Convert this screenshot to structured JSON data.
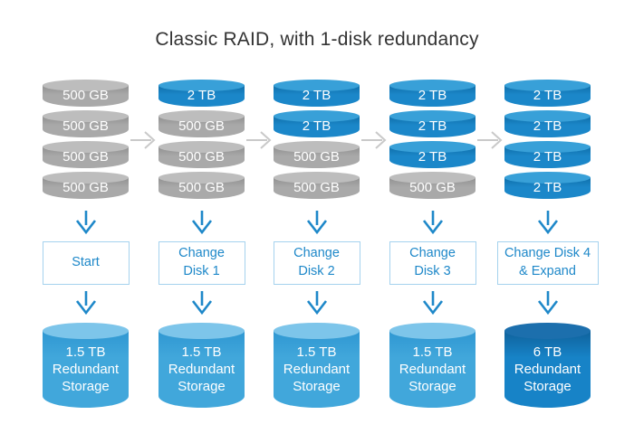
{
  "title": "Classic RAID, with 1-disk redundancy",
  "colors": {
    "accent_blue": "#1e88c9",
    "disk_blue_body": "#1b87c9",
    "disk_blue_top": "#38a0d8",
    "disk_gray_body": "#a8a8a8",
    "disk_gray_top": "#bdbdbd",
    "storage_light_body": "#41a7db",
    "storage_light_top": "#7dc5ea",
    "storage_dark_body": "#1783c7",
    "storage_dark_top": "#1c6fad",
    "flow_arrow_gray": "#c9c9c9",
    "action_box_border": "#a5d2ee",
    "title_text": "#333333",
    "label_text": "#ffffff"
  },
  "icons": {
    "flow": "right-arrow-icon",
    "step": "down-arrow-icon"
  },
  "columns": [
    {
      "disks": [
        {
          "label": "500 GB",
          "color": "gray"
        },
        {
          "label": "500 GB",
          "color": "gray"
        },
        {
          "label": "500 GB",
          "color": "gray"
        },
        {
          "label": "500 GB",
          "color": "gray"
        }
      ],
      "action": {
        "label": "Start"
      },
      "storage": {
        "capacity": "1.5 TB",
        "label": "1.5 TB\nRedundant\nStorage",
        "color": "light-blue"
      }
    },
    {
      "disks": [
        {
          "label": "2 TB",
          "color": "blue"
        },
        {
          "label": "500 GB",
          "color": "gray"
        },
        {
          "label": "500 GB",
          "color": "gray"
        },
        {
          "label": "500 GB",
          "color": "gray"
        }
      ],
      "action": {
        "label": "Change\nDisk 1"
      },
      "storage": {
        "capacity": "1.5 TB",
        "label": "1.5 TB\nRedundant\nStorage",
        "color": "light-blue"
      }
    },
    {
      "disks": [
        {
          "label": "2 TB",
          "color": "blue"
        },
        {
          "label": "2 TB",
          "color": "blue"
        },
        {
          "label": "500 GB",
          "color": "gray"
        },
        {
          "label": "500 GB",
          "color": "gray"
        }
      ],
      "action": {
        "label": "Change\nDisk 2"
      },
      "storage": {
        "capacity": "1.5 TB",
        "label": "1.5 TB\nRedundant\nStorage",
        "color": "light-blue"
      }
    },
    {
      "disks": [
        {
          "label": "2 TB",
          "color": "blue"
        },
        {
          "label": "2 TB",
          "color": "blue"
        },
        {
          "label": "2 TB",
          "color": "blue"
        },
        {
          "label": "500 GB",
          "color": "gray"
        }
      ],
      "action": {
        "label": "Change\nDisk 3"
      },
      "storage": {
        "capacity": "1.5 TB",
        "label": "1.5 TB\nRedundant\nStorage",
        "color": "light-blue"
      }
    },
    {
      "disks": [
        {
          "label": "2 TB",
          "color": "blue"
        },
        {
          "label": "2 TB",
          "color": "blue"
        },
        {
          "label": "2 TB",
          "color": "blue"
        },
        {
          "label": "2 TB",
          "color": "blue"
        }
      ],
      "action": {
        "label": "Change Disk 4\n& Expand"
      },
      "storage": {
        "capacity": "6 TB",
        "label": "6 TB\nRedundant\nStorage",
        "color": "dark-blue"
      }
    }
  ]
}
